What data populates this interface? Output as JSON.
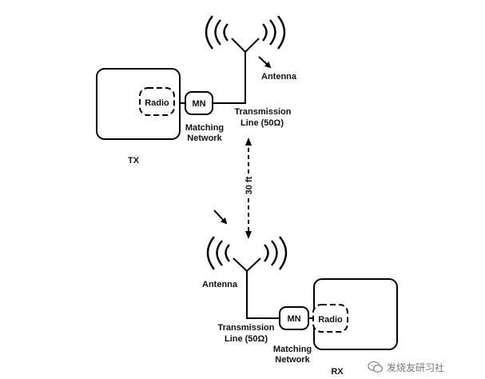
{
  "tx": {
    "label": "TX",
    "radio_label": "Radio",
    "mn_label": "MN",
    "matching_network_label": [
      "Matching",
      "Network"
    ],
    "transmission_line_label": [
      "Transmission",
      "Line (50Ω)"
    ],
    "antenna_label": "Antenna"
  },
  "rx": {
    "label": "RX",
    "radio_label": "Radio",
    "mn_label": "MN",
    "matching_network_label": [
      "Matching",
      "Network"
    ],
    "transmission_line_label": [
      "Transmission",
      "Line (50Ω)"
    ],
    "antenna_label": "Antenna"
  },
  "distance_label": "30 ft",
  "watermark": {
    "text": "发烧友研习社"
  }
}
